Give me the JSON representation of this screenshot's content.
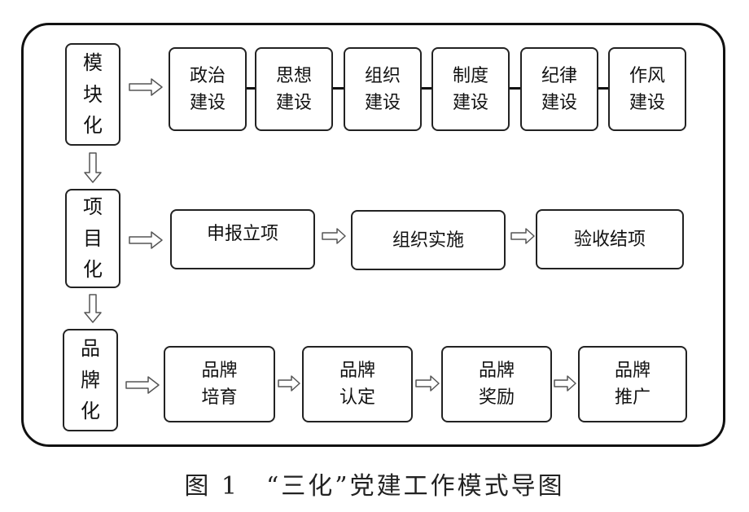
{
  "diagram": {
    "stages": [
      {
        "label": "模\n块\n化",
        "items": [
          "政治\n建设",
          "思想\n建设",
          "组织\n建设",
          "制度\n建设",
          "纪律\n建设",
          "作风\n建设"
        ]
      },
      {
        "label": "项\n目\n化",
        "items": [
          "申报立项",
          "组织实施",
          "验收结项"
        ]
      },
      {
        "label": "品\n牌\n化",
        "items": [
          "品牌\n培育",
          "品牌\n认定",
          "品牌\n奖励",
          "品牌\n推广"
        ]
      }
    ]
  },
  "caption": "图 1　“三化”党建工作模式导图"
}
